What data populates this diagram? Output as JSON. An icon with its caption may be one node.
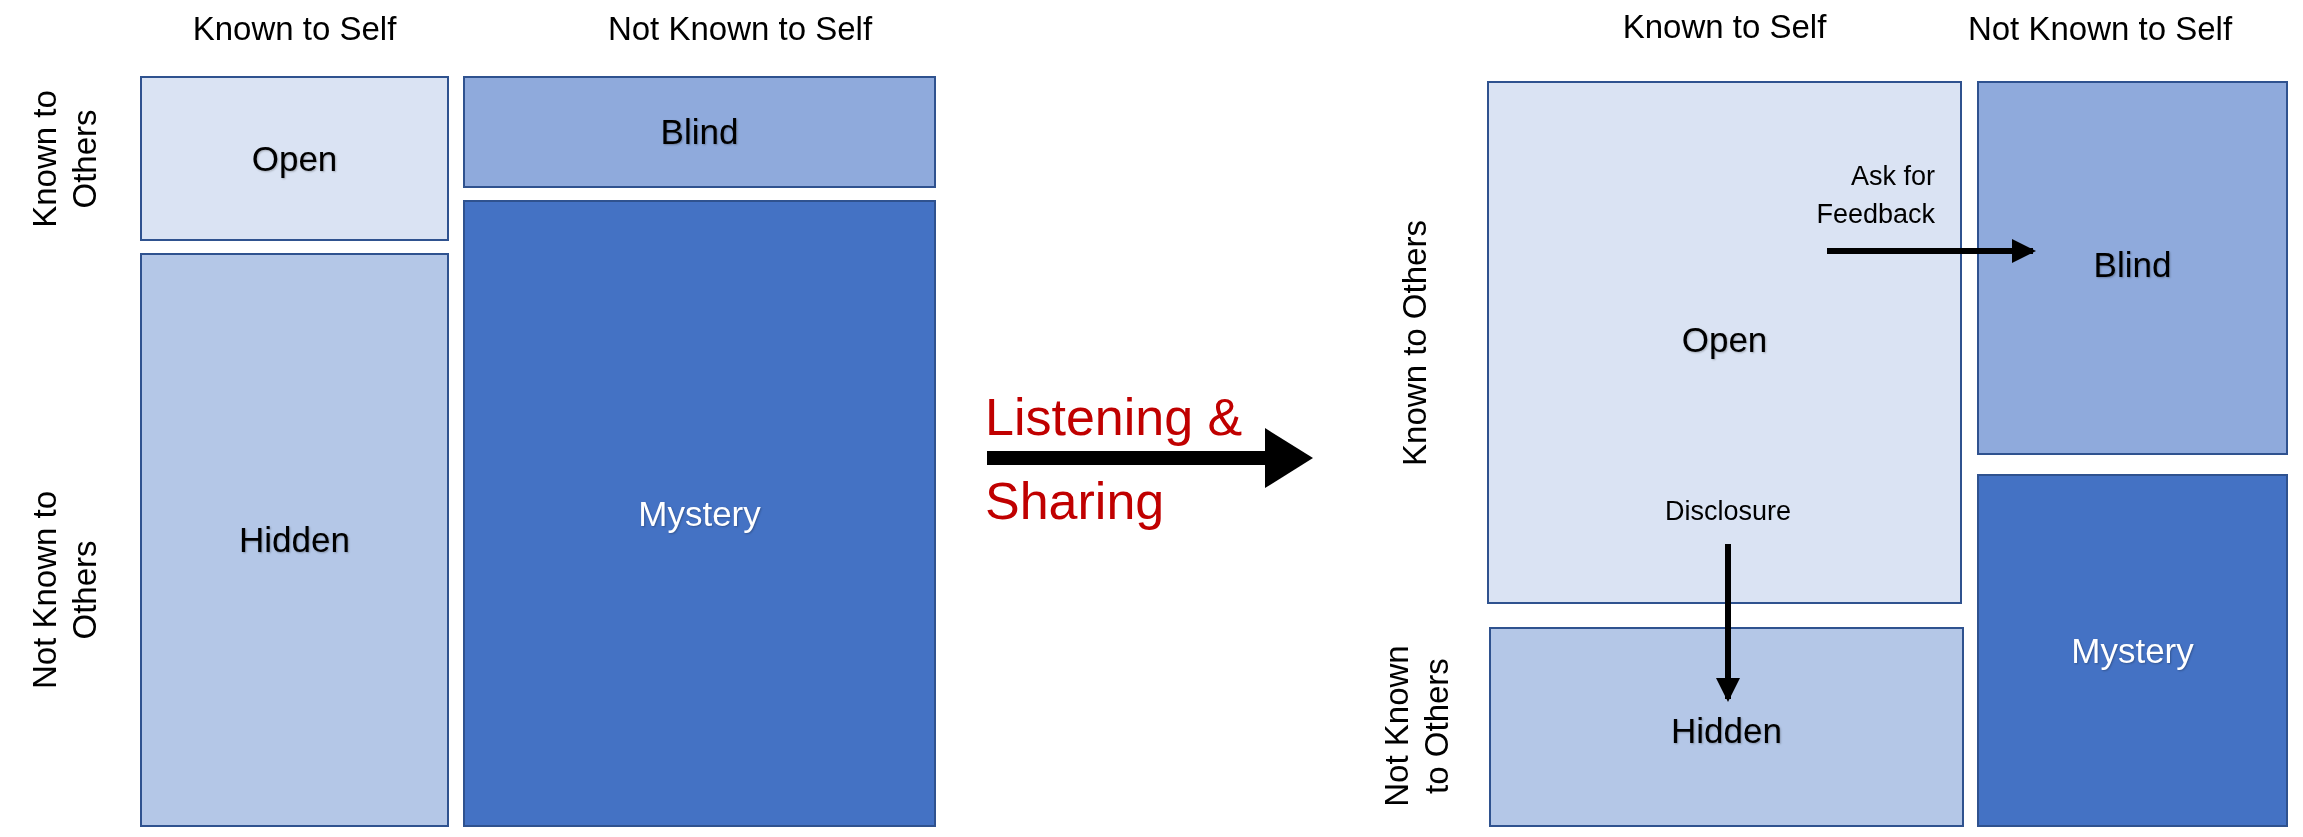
{
  "diagram": {
    "nodes": [
      {
        "text": [
          "Open"
        ]
      },
      {
        "text": [
          "Blind"
        ]
      },
      {
        "text": [
          "Hidden"
        ]
      },
      {
        "text": [
          "Mystery"
        ]
      },
      {
        "text": [
          "Open"
        ]
      },
      {
        "text": [
          "Ask for Feedback"
        ],
        "in": 4
      },
      {
        "text": [
          "Disclosure"
        ],
        "in": 4
      },
      {
        "text": [
          "Blind"
        ]
      },
      {
        "text": [
          "Hidden"
        ]
      },
      {
        "text": [
          "Mystery"
        ]
      }
    ],
    "edges": [
      {
        "from": 5,
        "to": 7,
        "arrow": "to"
      },
      {
        "from": 6,
        "to": 8,
        "arrow": "to"
      }
    ],
    "labels": [
      "Known to Self",
      "Not Known to Self",
      "Known to Others",
      "Not Known to Others",
      "Listening & Sharing",
      "Known to Self",
      "Not Known to Self",
      "Known to Others",
      "Not Known to Others"
    ]
  }
}
